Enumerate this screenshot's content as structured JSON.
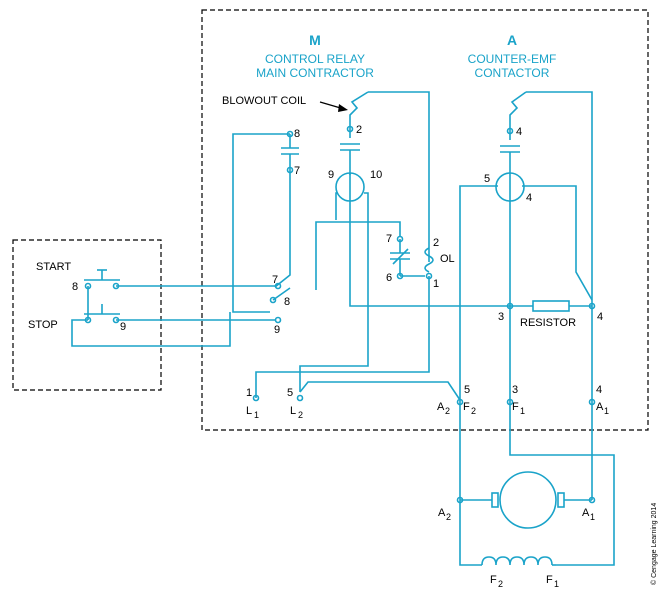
{
  "relay_m": {
    "letter": "M",
    "line1": "CONTROL RELAY",
    "line2": "MAIN CONTRACTOR"
  },
  "relay_a": {
    "letter": "A",
    "line1": "COUNTER-EMF",
    "line2": "CONTACTOR"
  },
  "blowout_label": "BLOWOUT COIL",
  "start_label": "START",
  "stop_label": "STOP",
  "ol_label": "OL",
  "resistor_label": "RESISTOR",
  "copyright": "© Cengage Learning 2014",
  "terminals": {
    "t8a": "8",
    "t7a": "7",
    "t2a": "2",
    "t9a": "9",
    "t10": "10",
    "t7b": "7",
    "t6": "6",
    "t2b": "2",
    "t1": "1",
    "t8b": "8",
    "t7c": "7",
    "t9b": "9",
    "t8left": "8",
    "t9left": "9",
    "t4a": "4",
    "t5a": "5",
    "t4b": "4",
    "t3": "3",
    "t4c": "4",
    "t1bot": "1",
    "t5bot": "5",
    "t5c": "5",
    "t3b": "3",
    "t4d": "4"
  },
  "supply": {
    "l1": "L",
    "l1_sub": "1",
    "l2": "L",
    "l2_sub": "2"
  },
  "motor_terms": {
    "a2": "A",
    "a2_sub": "2",
    "f2": "F",
    "f2_sub": "2",
    "f1": "F",
    "f1_sub": "1",
    "a1": "A",
    "a1_sub": "1"
  },
  "motor_lower": {
    "a2": "A",
    "a2_sub": "2",
    "a1": "A",
    "a1_sub": "1",
    "f2": "F",
    "f2_sub": "2",
    "f1": "F",
    "f1_sub": "1"
  }
}
